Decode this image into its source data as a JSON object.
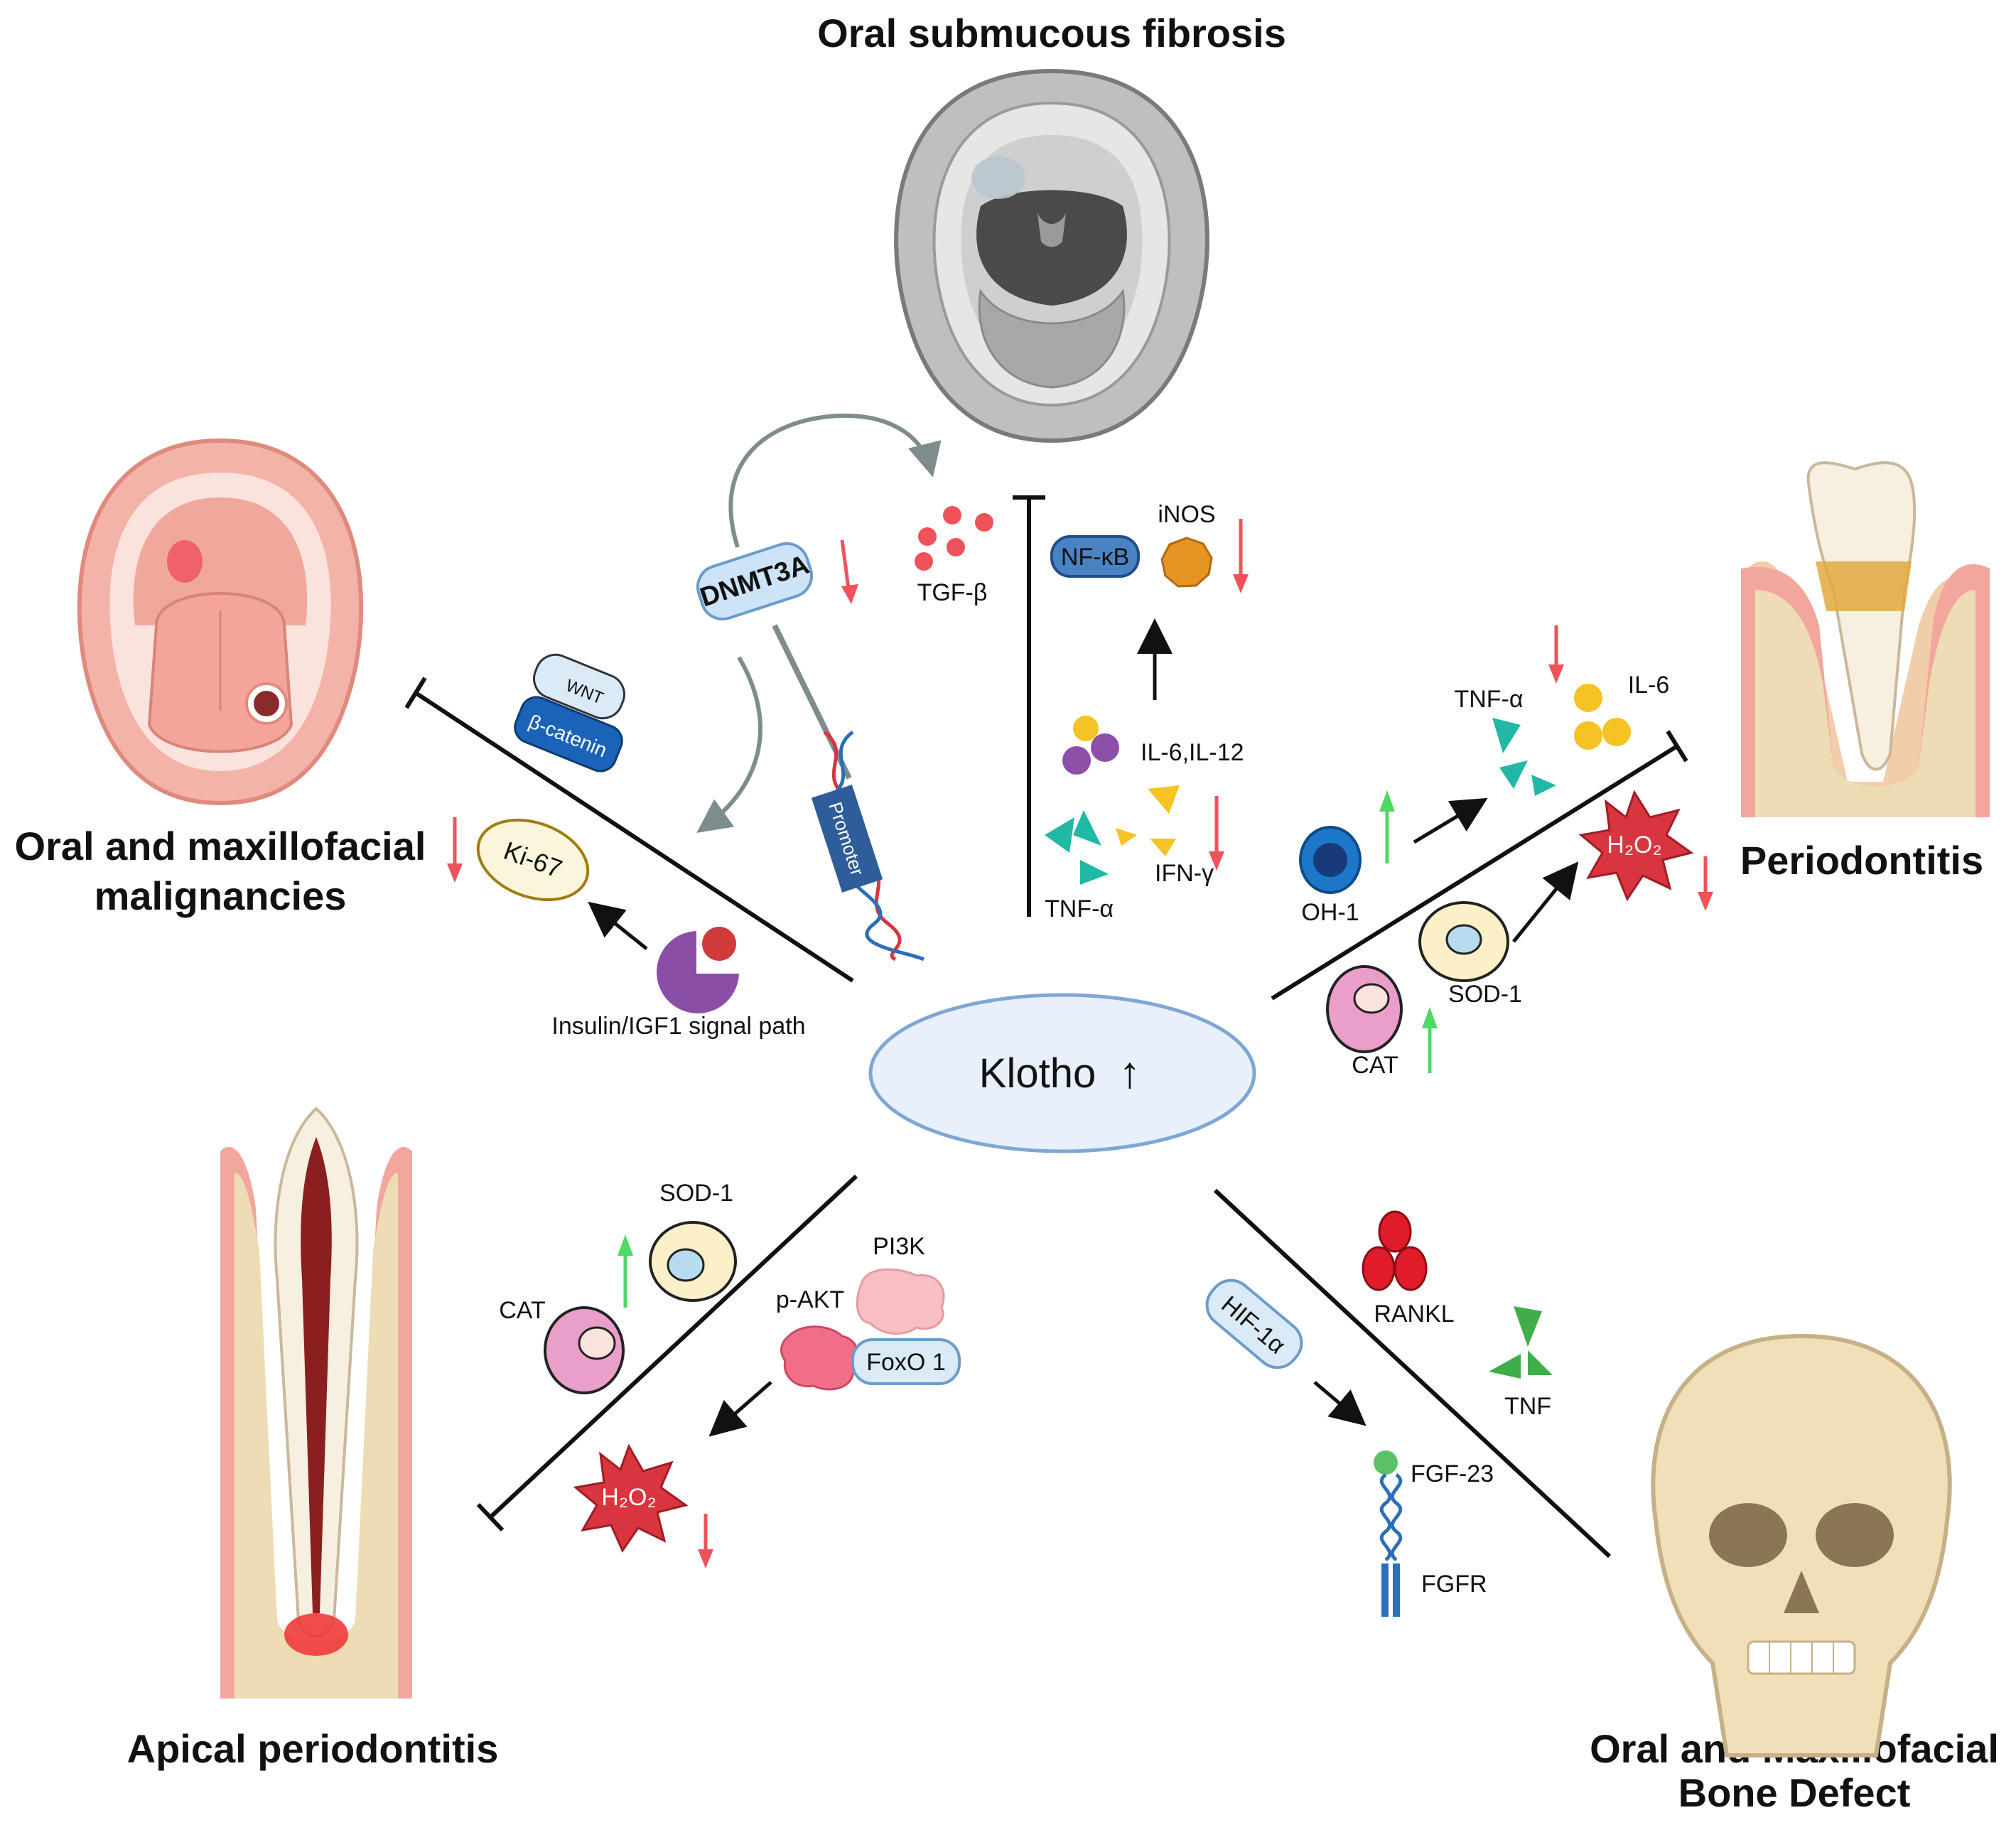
{
  "center": {
    "label": "Klotho",
    "arrow_glyph": "↑"
  },
  "titles": {
    "top": "Oral submucous fibrosis",
    "left_line1": "Oral and maxillofacial",
    "left_line2": "malignancies",
    "right": "Periodontitis",
    "bottom_left": "Apical periodontitis",
    "bottom_right_line1": "Oral and Maxillofacial",
    "bottom_right_line2": "Bone Defect"
  },
  "fibrosis": {
    "dnmt3a": "DNMT3A",
    "tgf_beta": "TGF-β",
    "promoter": "Promoter",
    "nfkb": "NF-κB",
    "inos": "iNOS",
    "il6_il12": "IL-6,IL-12",
    "ifn_gamma": "IFN-γ",
    "tnf_alpha": "TNF-α"
  },
  "malignancy": {
    "wnt": "WNT",
    "beta_catenin": "β-catenin",
    "ki67": "Ki-67",
    "insulin_igf1": "Insulin/IGF1 signal path"
  },
  "periodontitis": {
    "tnf_alpha": "TNF-α",
    "il6": "IL-6",
    "h2o2": "H₂O₂",
    "oh1": "OH-1",
    "sod1": "SOD-1",
    "cat": "CAT"
  },
  "apical": {
    "sod1": "SOD-1",
    "cat": "CAT",
    "pi3k": "PI3K",
    "pakt": "p-AKT",
    "foxo1": "FoxO 1",
    "h2o2": "H₂O₂"
  },
  "bone": {
    "rankl": "RANKL",
    "tnf": "TNF",
    "hif1a": "HIF-1α",
    "fgf23": "FGF-23",
    "fgfr": "FGFR"
  },
  "colors": {
    "down_arrow": "#f0525a",
    "up_arrow": "#4cd964",
    "klotho_fill": "#e8f0fb",
    "klotho_stroke": "#7ea7d6",
    "inhibit_line": "#111111",
    "curved_arrow": "#7f8c8d"
  }
}
